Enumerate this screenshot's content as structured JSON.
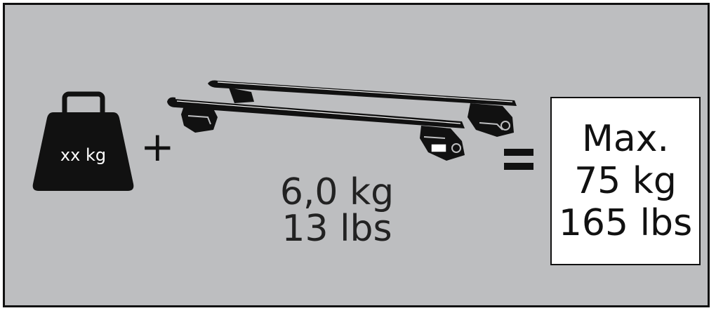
{
  "weight": {
    "label": "xx kg",
    "icon": "kettlebell-weight-icon",
    "color": "#111111"
  },
  "operators": {
    "plus": "+",
    "equals": "="
  },
  "rack": {
    "icon": "roof-rack-crossbars-icon"
  },
  "rack_weight": {
    "kg": "6,0 kg",
    "lbs": "13 lbs"
  },
  "max_load": {
    "label": "Max.",
    "kg": "75 kg",
    "lbs": "165 lbs"
  },
  "colors": {
    "background": "#bdbec0",
    "ink": "#111111",
    "box": "#ffffff"
  }
}
